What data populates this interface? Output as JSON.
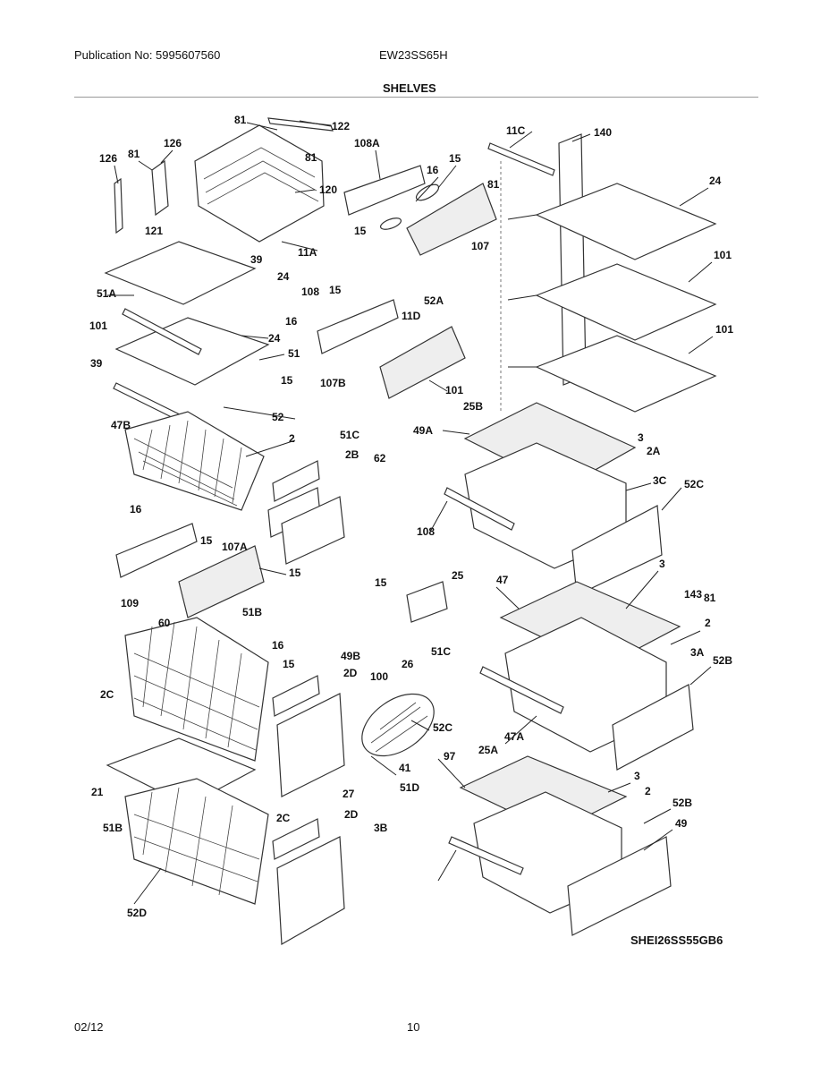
{
  "header": {
    "publication": "Publication No: 5995607560",
    "model": "EW23SS65H",
    "section": "SHELVES"
  },
  "footer": {
    "date": "02/12",
    "page": "10",
    "diagram_code": "SHEI26SS55GB6"
  },
  "callouts": [
    "81",
    "122",
    "126",
    "81",
    "126",
    "81",
    "108A",
    "16",
    "15",
    "11C",
    "140",
    "81",
    "120",
    "24",
    "121",
    "15",
    "107",
    "11A",
    "39",
    "24",
    "101",
    "51A",
    "108",
    "15",
    "52A",
    "101",
    "16",
    "11D",
    "24",
    "101",
    "39",
    "51",
    "15",
    "107B",
    "101",
    "52",
    "47B",
    "25B",
    "49A",
    "2",
    "51C",
    "3",
    "2A",
    "2B",
    "62",
    "3C",
    "52C",
    "108",
    "16",
    "15",
    "107A",
    "15",
    "109",
    "15",
    "25",
    "47",
    "3",
    "143",
    "81",
    "60",
    "51B",
    "16",
    "51C",
    "2",
    "49B",
    "15",
    "26",
    "3A",
    "52B",
    "2C",
    "2D",
    "100",
    "52C",
    "47A",
    "25A",
    "97",
    "41",
    "21",
    "51D",
    "3",
    "2",
    "27",
    "52B",
    "51B",
    "2C",
    "2D",
    "3B",
    "49",
    "52D"
  ]
}
